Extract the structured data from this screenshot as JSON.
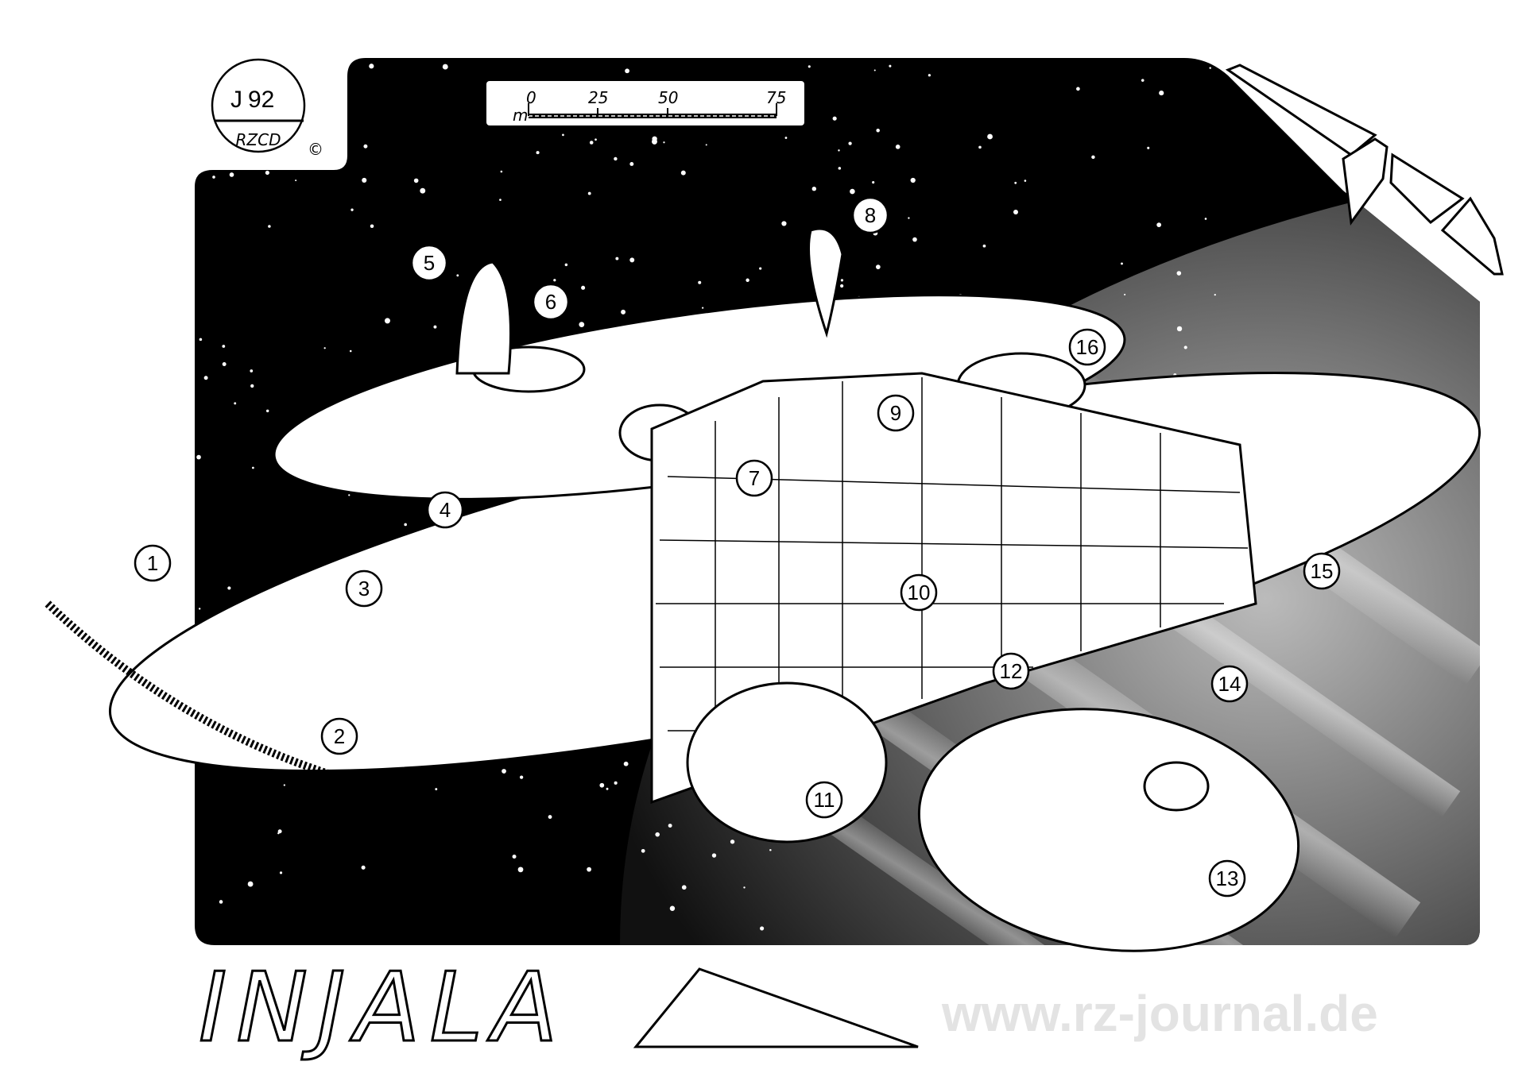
{
  "stamp": {
    "number": "92",
    "initial": "J",
    "org": "RZCD",
    "copyright": "©"
  },
  "scale_bar": {
    "unit": "m",
    "ticks": [
      "0",
      "25",
      "50",
      "75"
    ]
  },
  "callouts": [
    "1",
    "2",
    "3",
    "4",
    "5",
    "6",
    "7",
    "8",
    "9",
    "10",
    "11",
    "12",
    "13",
    "14",
    "15",
    "16"
  ],
  "title_logo": "INJALA",
  "watermark": "www.rz-journal.de",
  "colors": {
    "space": "#000000",
    "paper": "#ffffff",
    "watermark": "#e3e3e3"
  }
}
